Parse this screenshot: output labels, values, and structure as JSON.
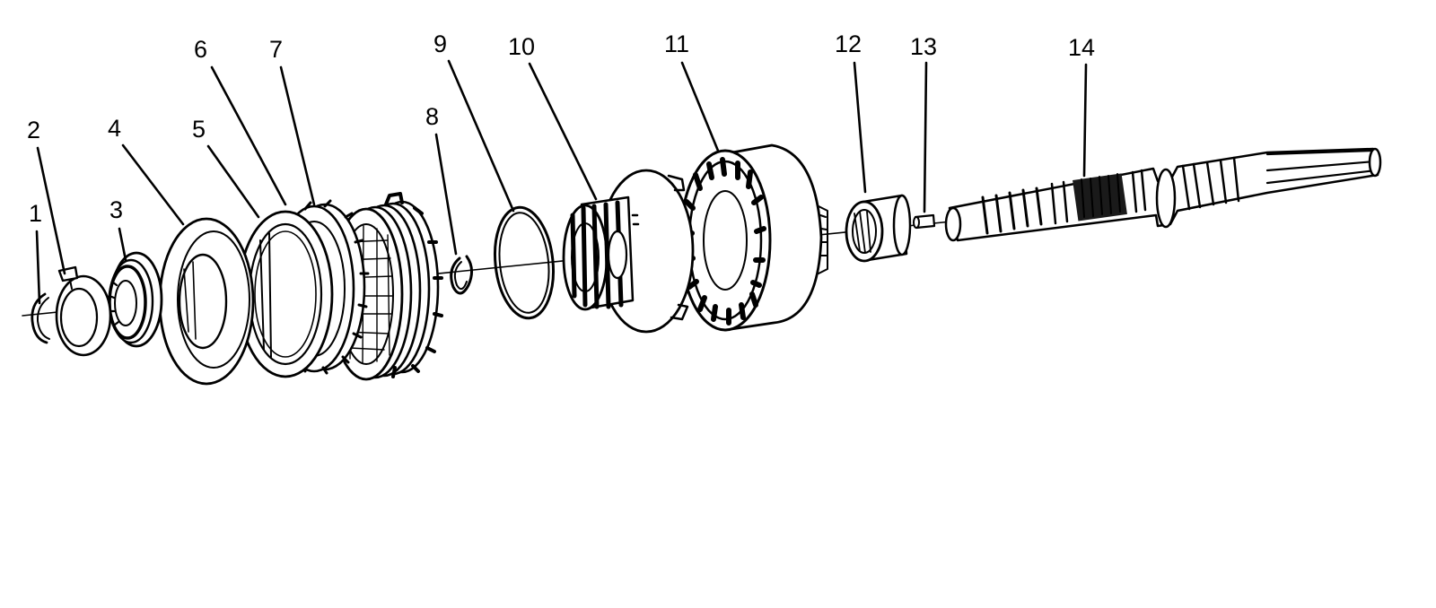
{
  "diagram": {
    "background": "#ffffff",
    "ink": "#000000",
    "callouts": [
      "1",
      "2",
      "3",
      "4",
      "5",
      "6",
      "7",
      "8",
      "9",
      "10",
      "11",
      "12",
      "13",
      "14"
    ],
    "parts": [
      {
        "callout": "1",
        "icon": "snap-ring-icon"
      },
      {
        "callout": "2",
        "icon": "ring-with-tab-icon"
      },
      {
        "callout": "3",
        "icon": "bearing-icon"
      },
      {
        "callout": "4",
        "icon": "flat-washer-icon"
      },
      {
        "callout": "5",
        "icon": "backing-plate-icon"
      },
      {
        "callout": "6",
        "icon": "clutch-plate-icon"
      },
      {
        "callout": "7",
        "icon": "clutch-pack-icon"
      },
      {
        "callout": "8",
        "icon": "small-snap-ring-icon"
      },
      {
        "callout": "9",
        "icon": "thin-ring-icon"
      },
      {
        "callout": "10",
        "icon": "splined-hub-icon"
      },
      {
        "callout": "11",
        "icon": "clutch-housing-icon"
      },
      {
        "callout": "12",
        "icon": "sleeve-bushing-icon"
      },
      {
        "callout": "13",
        "icon": "small-pin-icon"
      },
      {
        "callout": "14",
        "icon": "splined-shaft-icon"
      }
    ]
  }
}
